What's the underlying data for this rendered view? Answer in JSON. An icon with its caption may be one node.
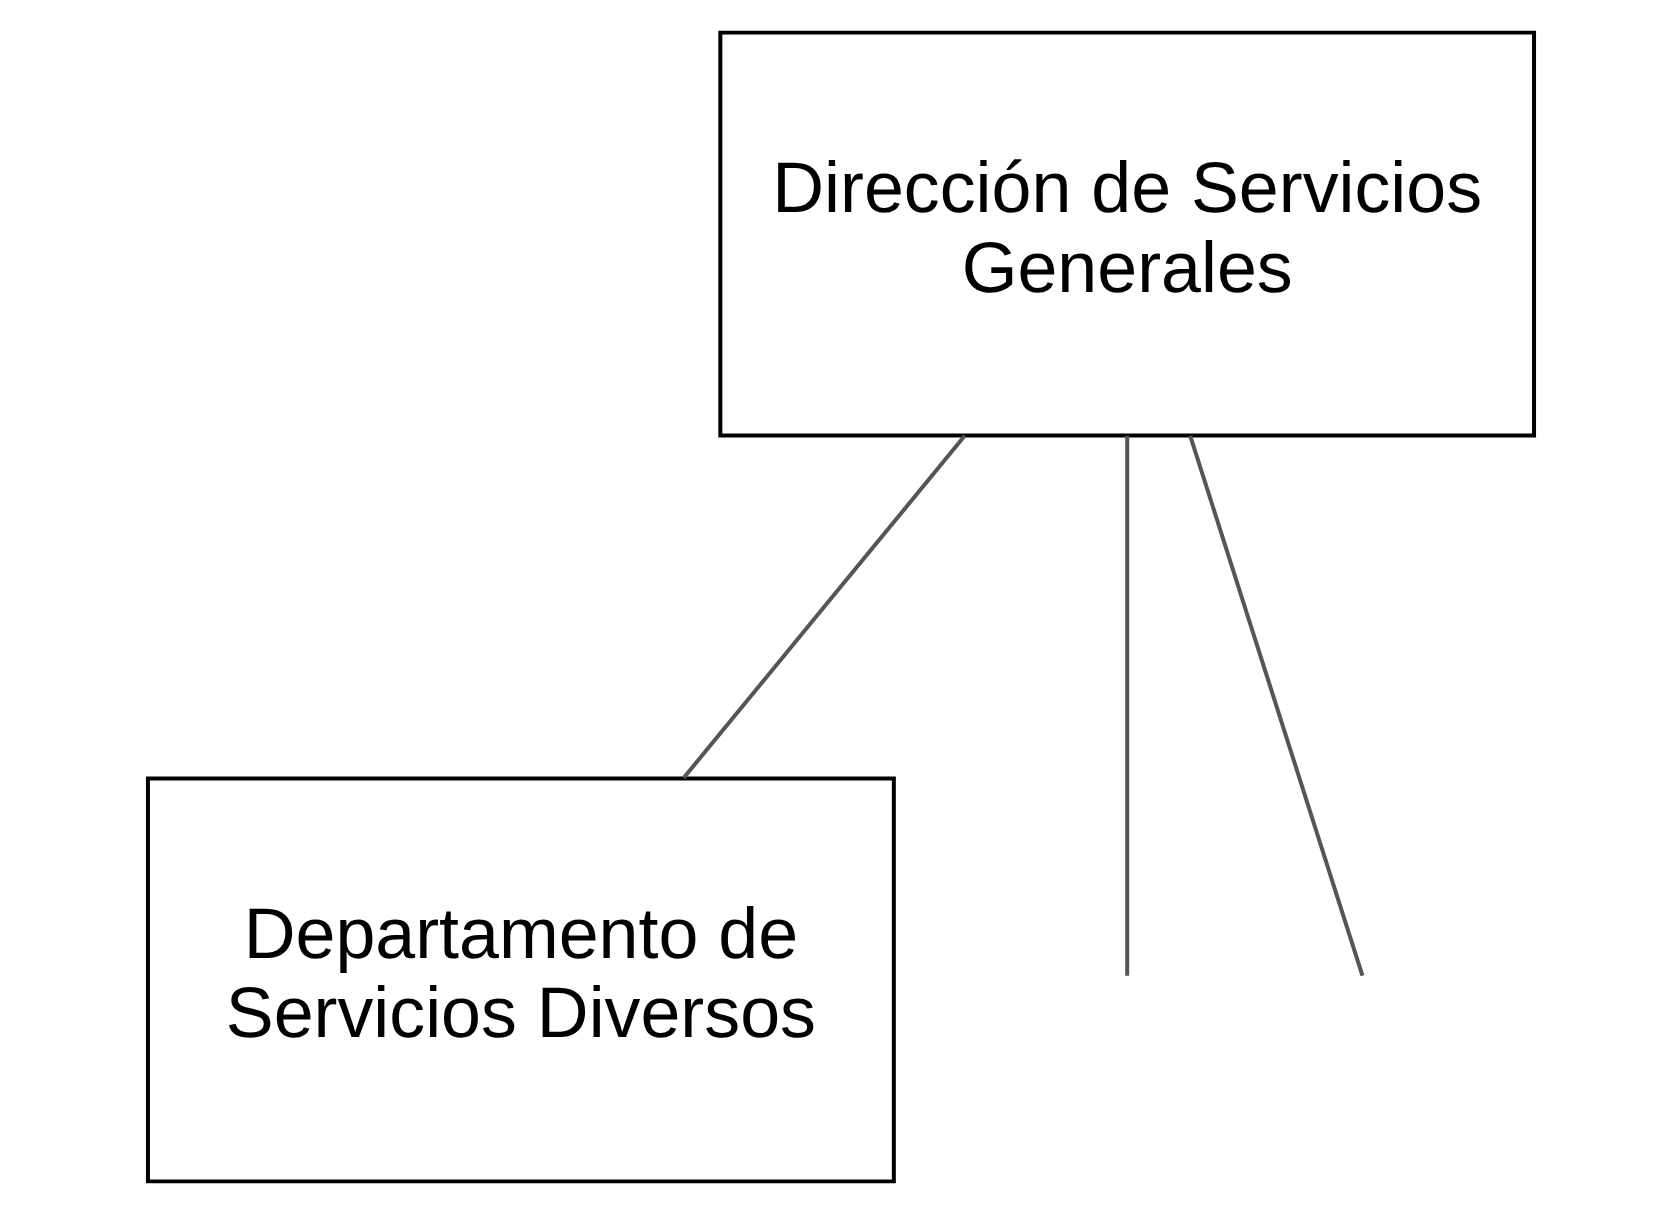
{
  "diagram": {
    "nodes": [
      {
        "text": [
          "Dirección de Servicios Generales"
        ]
      },
      {
        "text": [
          "Departamento de Servicios Diversos"
        ]
      }
    ],
    "edges": [
      {
        "from": 0,
        "to": 1,
        "arrow": "none"
      },
      {
        "from": 0,
        "to": null,
        "arrow": "none"
      },
      {
        "from": 0,
        "to": null,
        "arrow": "none"
      }
    ]
  }
}
